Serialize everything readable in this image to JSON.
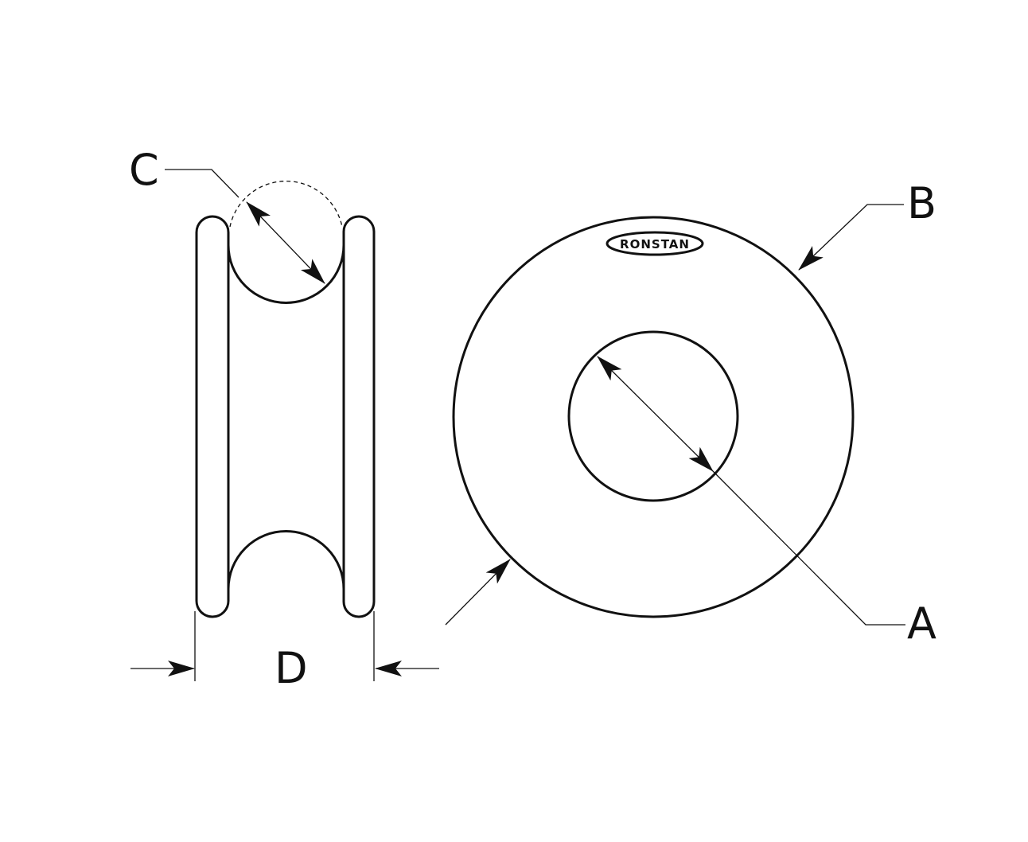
{
  "diagram": {
    "labels": {
      "a": "A",
      "b": "B",
      "c": "C",
      "d": "D"
    },
    "logo_text": "RONSTAN",
    "colors": {
      "line": "#111111",
      "background": "#ffffff"
    }
  }
}
